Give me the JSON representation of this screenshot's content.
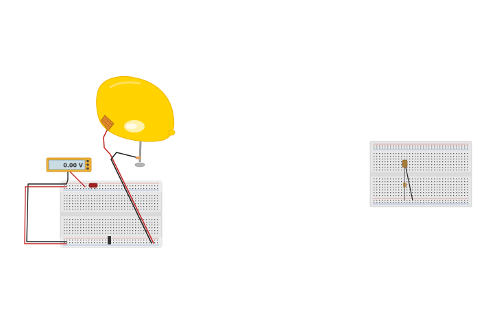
{
  "workspace": {
    "multimeter": {
      "reading": "0.00 V"
    },
    "colors": {
      "lemon": "#ffd200",
      "lemon_shadow": "#f0b400",
      "copper": "#e08a2c",
      "wire_red": "#c62828",
      "wire_black": "#222222",
      "breadboard": "#e8e8e8",
      "meter_body": "#f2b233",
      "meter_screen": "#c9dbe3",
      "led": "#a32020"
    },
    "components": [
      "lemon-battery",
      "copper-electrode",
      "zinc-nail-electrode",
      "multimeter",
      "breadboard-left",
      "led",
      "breadboard-right",
      "resistor"
    ]
  }
}
